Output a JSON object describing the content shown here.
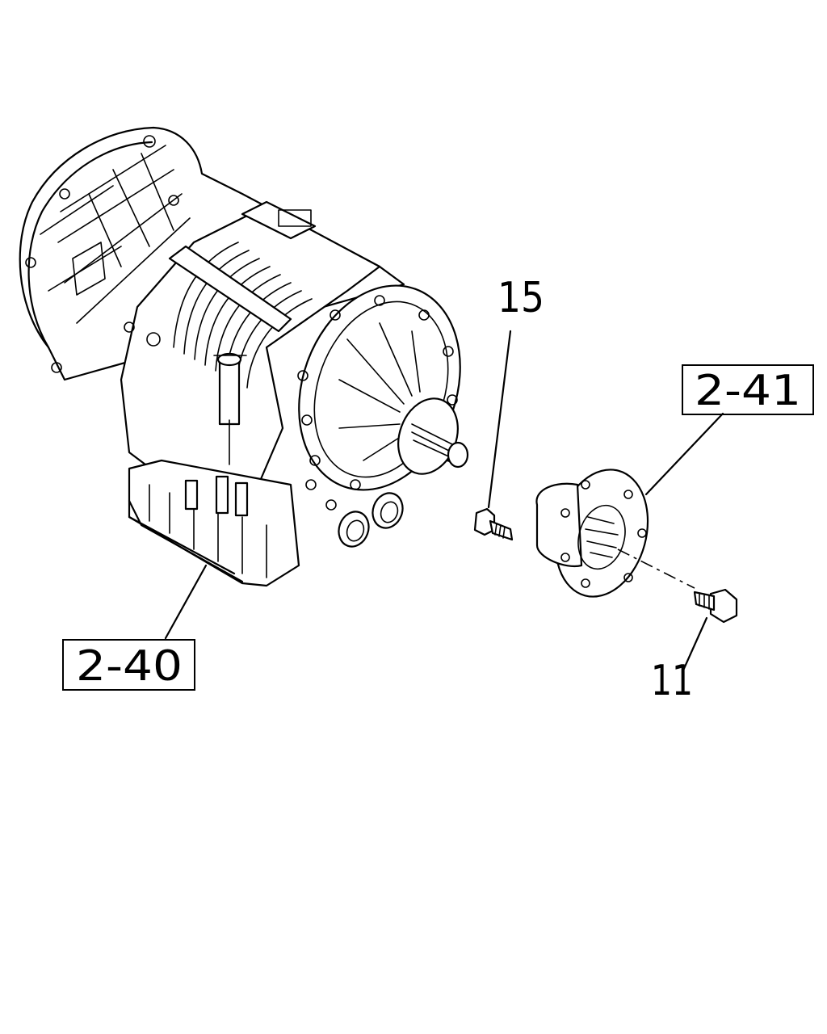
{
  "callouts": {
    "transmission_assembly": "2-40",
    "flange_assembly": "2-41",
    "flange_bolt": "11",
    "output_bolt": "15"
  }
}
